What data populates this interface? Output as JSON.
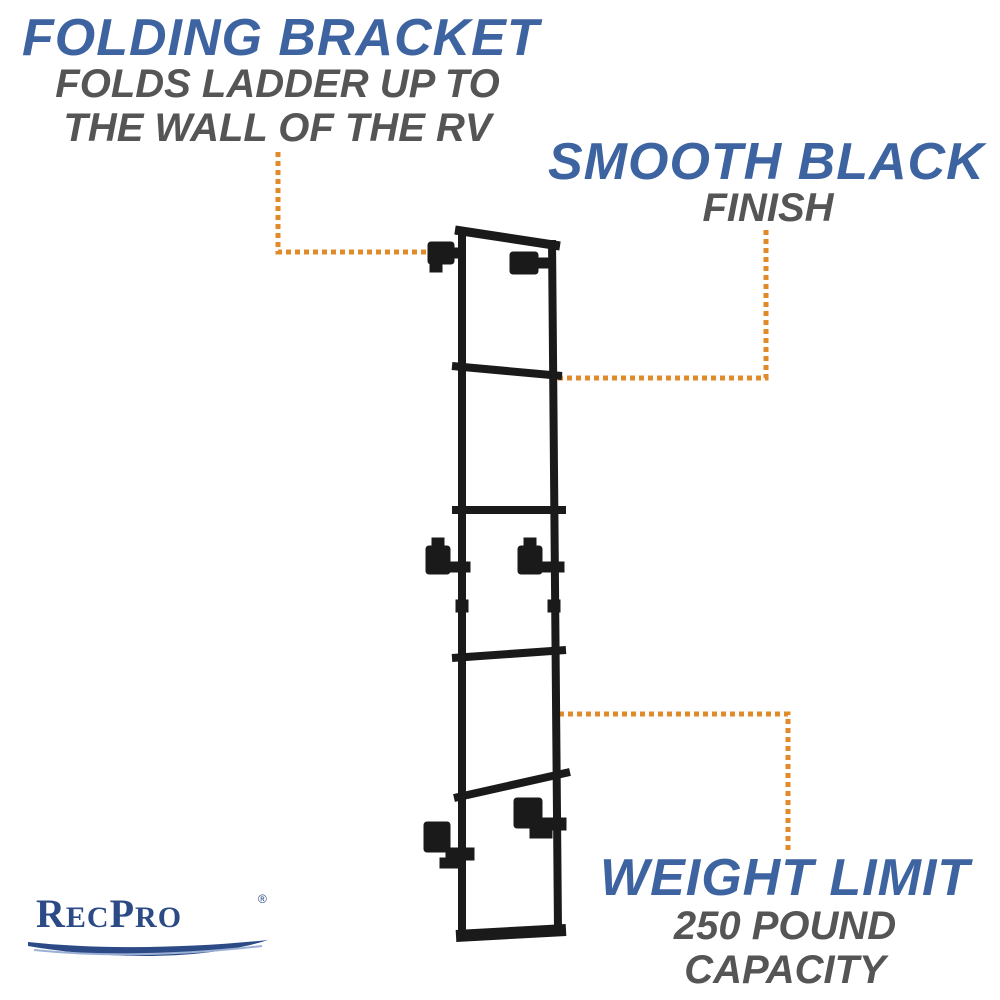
{
  "callouts": {
    "folding_bracket": {
      "title": "FOLDING BRACKET",
      "line1": "FOLDS LADDER UP TO",
      "line2": "THE WALL OF THE RV"
    },
    "smooth_black": {
      "title": "SMOOTH BLACK",
      "line1": "FINISH"
    },
    "weight_limit": {
      "title": "WEIGHT LIMIT",
      "line1": "250 POUND",
      "line2": "CAPACITY"
    }
  },
  "brand": {
    "name": "RecPro",
    "registered": "®"
  },
  "colors": {
    "headline": "#3d63a0",
    "subtext": "#555555",
    "leader_line": "#e08a2a",
    "ladder": "#1a1a1a",
    "brand": "#2c4b86"
  }
}
